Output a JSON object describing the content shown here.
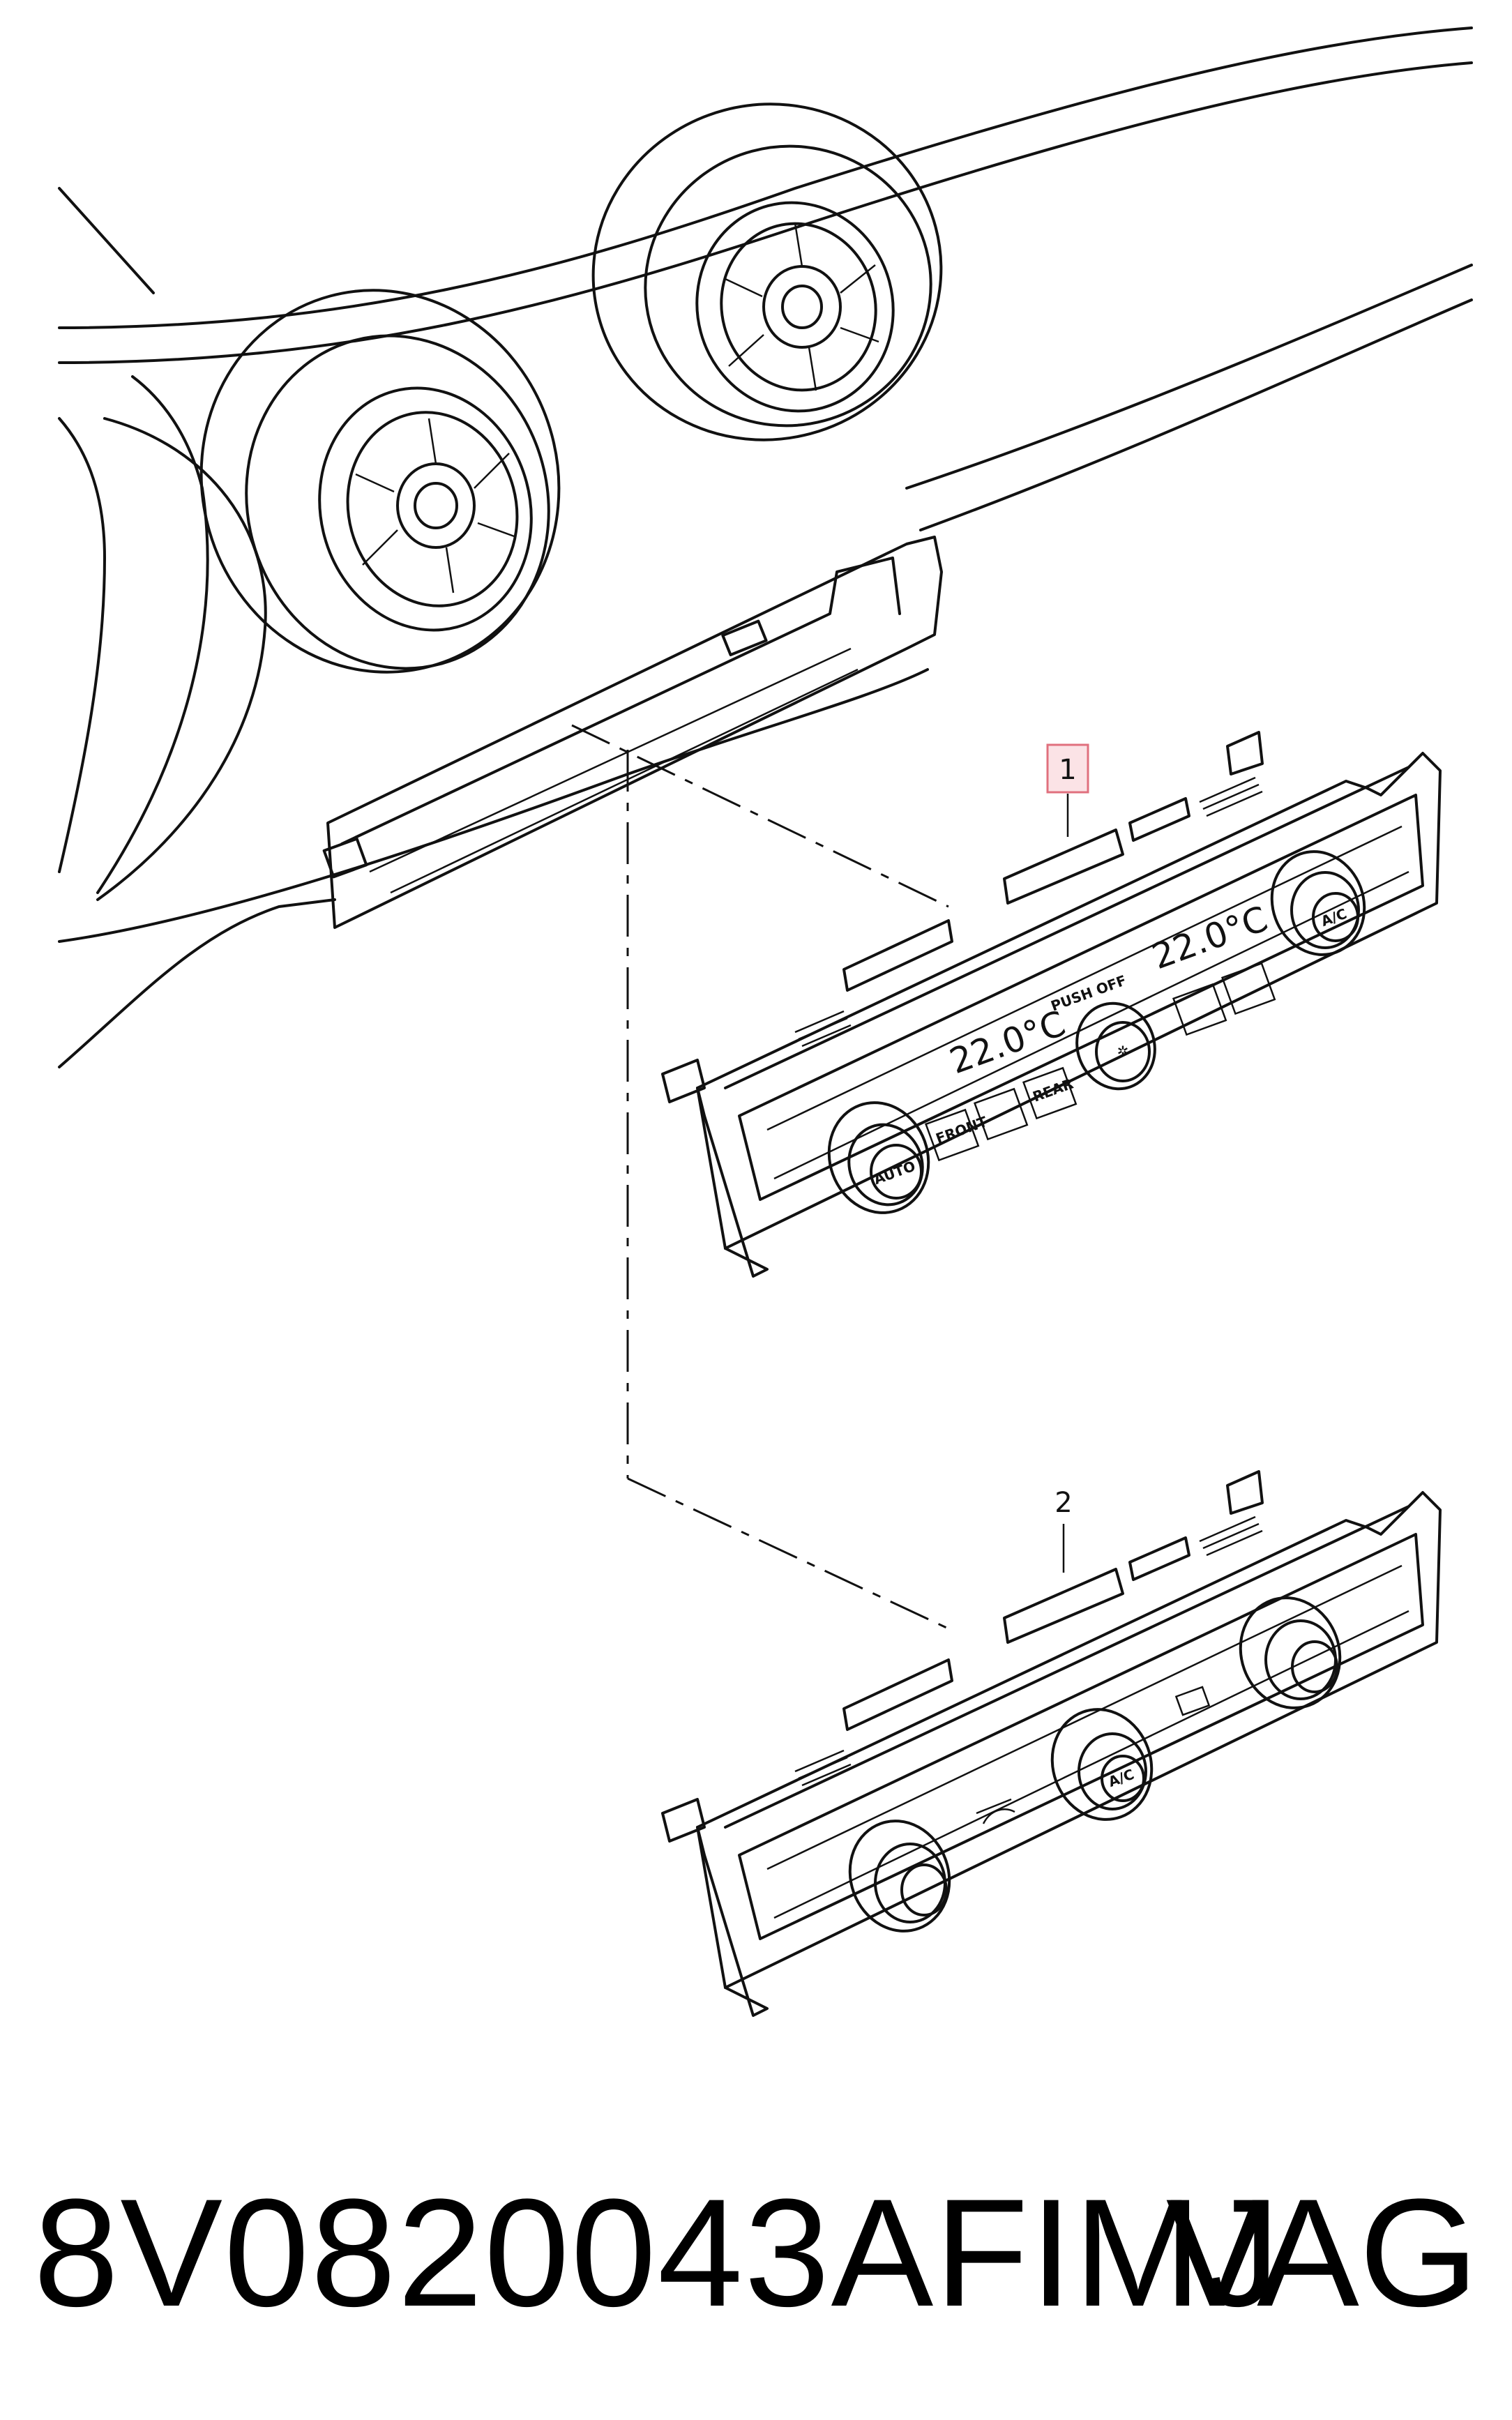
{
  "diagram": {
    "callouts": [
      {
        "number": "1",
        "highlighted": true
      },
      {
        "number": "2",
        "highlighted": false
      }
    ],
    "upper_panel": {
      "left_temp": "22.0°C",
      "right_temp": "22.0°C",
      "left_knob": "AUTO",
      "right_knob": "A/C",
      "fan_label": "PUSH OFF",
      "front_button": "FRONT",
      "rear_button": "REAR"
    },
    "lower_panel": {
      "middle_knob": "A/C"
    },
    "colors": {
      "line": "#111111",
      "callout_highlight_fill": "#fbe3e6",
      "callout_highlight_stroke": "#e0707e"
    }
  },
  "footer": {
    "part_number": "8V0820043AFIMJ",
    "brand": "VAG"
  }
}
